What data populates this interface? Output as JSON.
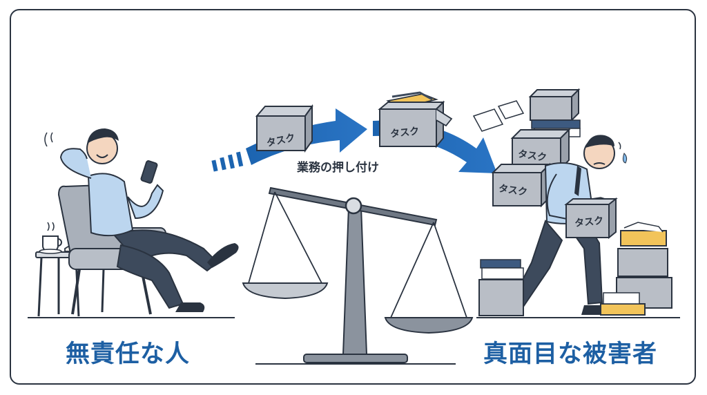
{
  "captions": {
    "left": "無責任な人",
    "right": "真面目な被害者"
  },
  "arrow": {
    "label": "業務の押し付け"
  },
  "task_box_label": "タスク",
  "colors": {
    "caption_blue": "#1d5fa3",
    "arrow_blue": "#1c64b0",
    "outline": "#2a3340",
    "box_gray": "#b9bec6",
    "folder_yellow": "#f2c45a",
    "shirt_blue": "#bcd6ef",
    "pants_navy": "#3d4a5c",
    "chair_gray": "#a9b0ba"
  },
  "icons": [
    "relaxed-man-icon",
    "armchair-icon",
    "side-table-icon",
    "coffee-cup-icon",
    "open-book-icon",
    "smartphone-icon",
    "balance-scale-icon",
    "task-box-icon",
    "overloaded-worker-icon",
    "file-stack-icon"
  ]
}
